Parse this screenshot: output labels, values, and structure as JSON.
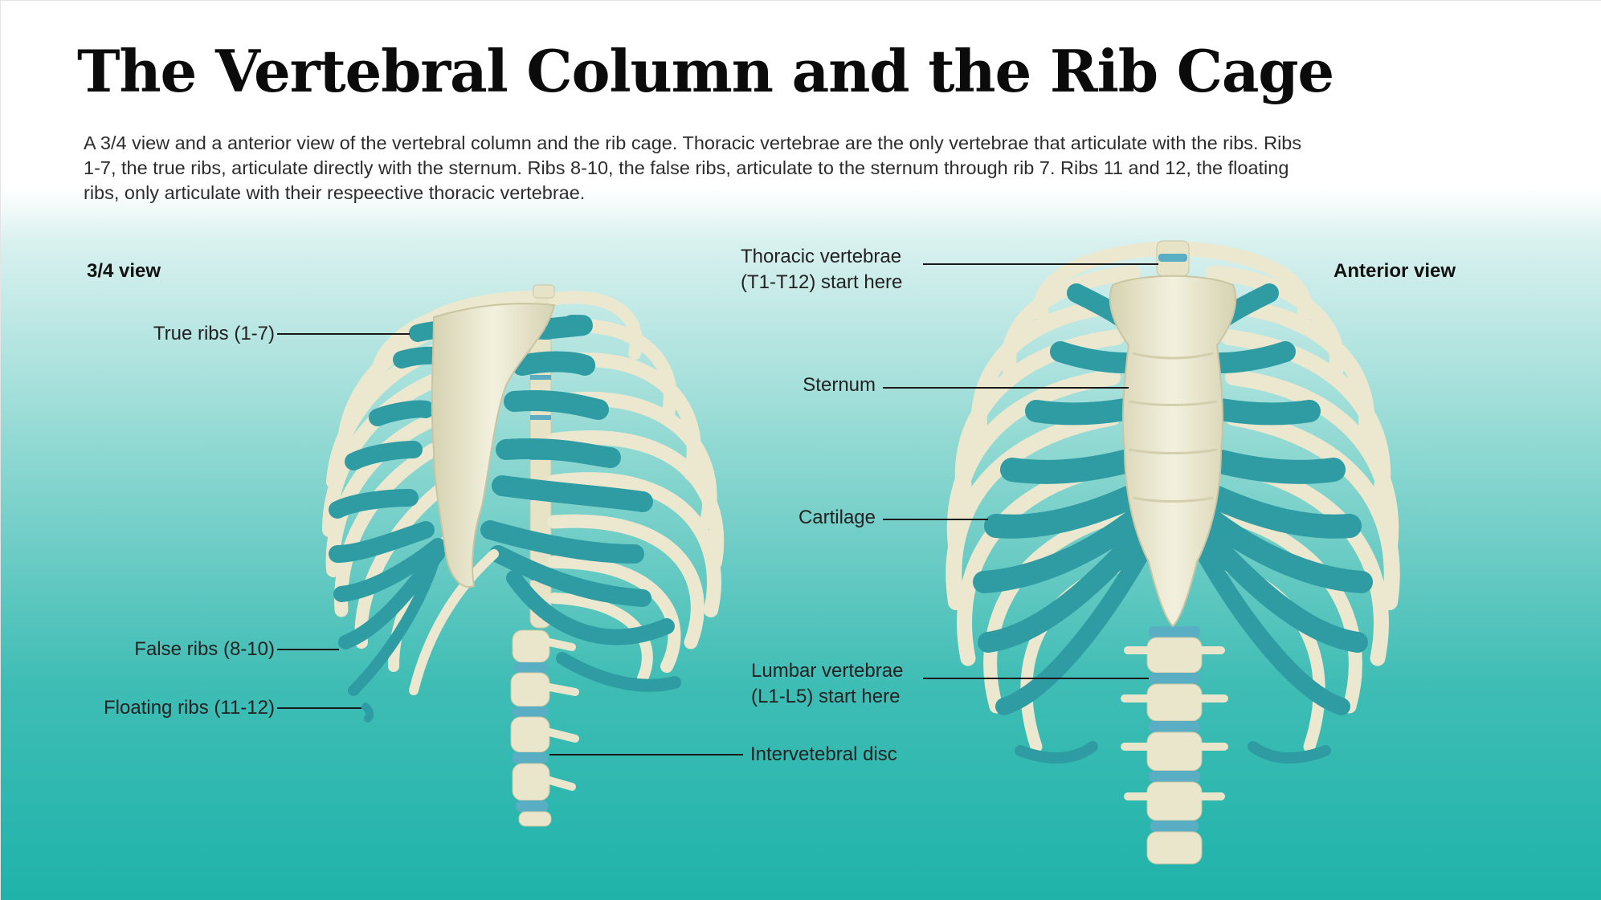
{
  "title": "The Vertebral Column and the Rib Cage",
  "description": "A 3/4 view and a anterior view of the vertebral column and the rib cage. Thoracic vertebrae are the only vertebrae that articulate with the ribs. Ribs 1-7, the true ribs, articulate directly with the sternum. Ribs 8-10, the false ribs, articulate to the sternum through rib 7. Ribs 11 and 12, the floating ribs, only articulate with their respeective thoracic vertebrae.",
  "views": {
    "three_quarter": "3/4 view",
    "anterior": "Anterior view"
  },
  "labels": {
    "true_ribs": "True ribs (1-7)",
    "false_ribs": "False ribs (8-10)",
    "floating_ribs": "Floating ribs (11-12)",
    "thoracic_line1": "Thoracic vertebrae",
    "thoracic_line2": "(T1-T12) start here",
    "sternum": "Sternum",
    "cartilage": "Cartilage",
    "lumbar_line1": "Lumbar vertebrae",
    "lumbar_line2": "(L1-L5) start here",
    "intervertebral_disc": "Intervetebral disc"
  },
  "colors": {
    "bone": "#efedd6",
    "bone_shadow": "#c9c5a4",
    "cartilage": "#2f9ca4",
    "cartilage_dark": "#1f7c85",
    "disc": "#5aaec4",
    "leader_line": "#1a1a1a"
  }
}
